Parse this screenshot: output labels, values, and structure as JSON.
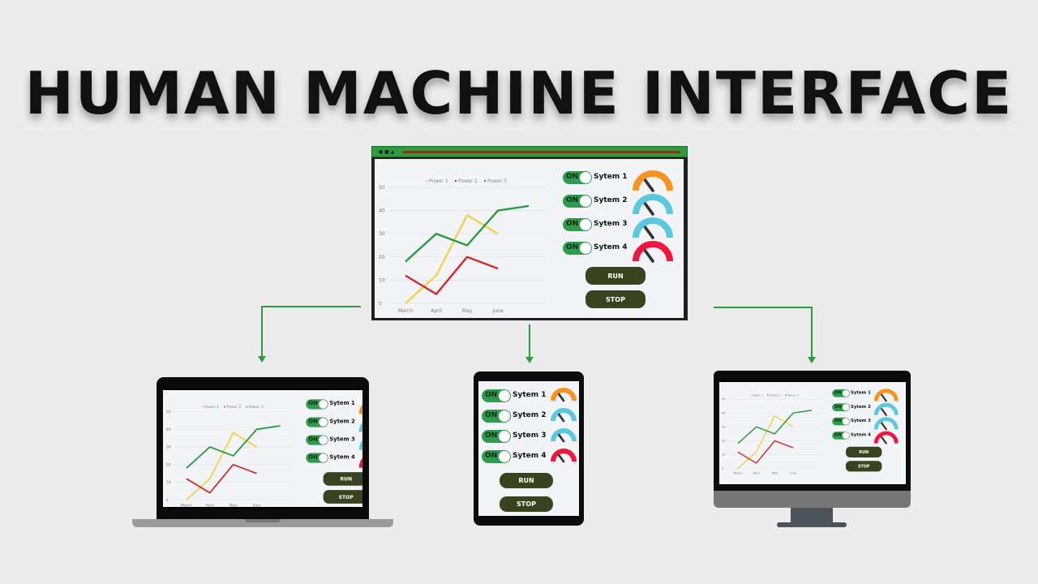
{
  "title": "HUMAN MACHINE INTERFACE",
  "dashboard": {
    "systems": [
      {
        "toggle": "ON",
        "label": "Sytem 1",
        "gauge_color": "#f7931e",
        "gauge_value": 0.3
      },
      {
        "toggle": "ON",
        "label": "Sytem 2",
        "gauge_color": "#5bc8e0",
        "gauge_value": 0.3
      },
      {
        "toggle": "ON",
        "label": "Sytem 3",
        "gauge_color": "#5bc8e0",
        "gauge_value": 0.3
      },
      {
        "toggle": "ON",
        "label": "Sytem 4",
        "gauge_color": "#f0163d",
        "gauge_value": 0.3
      }
    ],
    "run": "RUN",
    "stop": "STOP"
  },
  "chart_data": {
    "type": "line",
    "categories": [
      "March",
      "April",
      "May",
      "June",
      ""
    ],
    "yticks": [
      0,
      10,
      20,
      30,
      40,
      50
    ],
    "ylim": [
      0,
      50
    ],
    "legend_position": "top",
    "series": [
      {
        "name": "Power 1",
        "color": "#f2d24b",
        "values": [
          0,
          12,
          38,
          30,
          null
        ]
      },
      {
        "name": "Power 2",
        "color": "#d42a2a",
        "values": [
          12,
          4,
          20,
          15,
          null
        ]
      },
      {
        "name": "Power 3",
        "color": "#2a9a3f",
        "values": [
          18,
          30,
          25,
          40,
          42
        ]
      }
    ]
  }
}
